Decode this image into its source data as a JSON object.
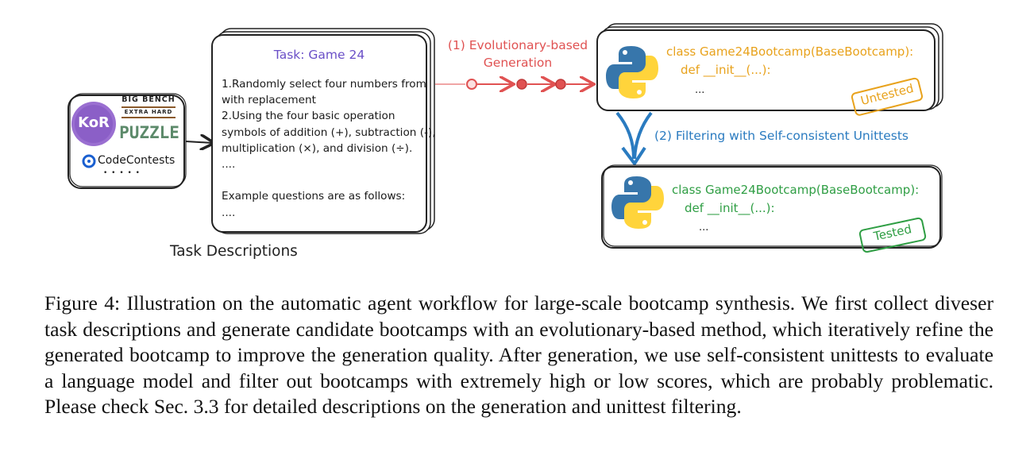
{
  "sources": {
    "kor_logo": "KoR",
    "bbeh_line1": "BIG BENCH",
    "bbeh_line2": "EXTRA HARD",
    "puzzle_logo": "PUZZLE",
    "codecontests": "CodeContests",
    "more": "• • • • •"
  },
  "task": {
    "title": "Task: Game 24",
    "lines": [
      "1.Randomly select four numbers from",
      "with replacement",
      "2.Using the four basic operation",
      "symbols of addition (+), subtraction (-),",
      "multiplication (×), and division (÷).",
      "....",
      "",
      "Example questions are as follows:",
      "...."
    ],
    "footer_label": "Task Descriptions"
  },
  "step1": {
    "line1": "(1) Evolutionary-based",
    "line2": "Generation"
  },
  "step2": {
    "label": "(2) Filtering with Self-consistent Unittests"
  },
  "untested_box": {
    "code_line1": "class Game24Bootcamp(BaseBootcamp):",
    "code_line2": "def __init__(...):",
    "code_line3": "...",
    "stamp": "Untested"
  },
  "tested_box": {
    "code_line1": "class Game24Bootcamp(BaseBootcamp):",
    "code_line2": "def __init__(...):",
    "code_line3": "...",
    "stamp": "Tested"
  },
  "caption": "Figure 4: Illustration on the automatic agent workflow for large-scale bootcamp synthesis. We first collect diveser task descriptions and generate candidate bootcamps with an evolutionary-based method, which iteratively refine the generated bootcamp to improve the generation quality. After generation, we use self-consistent unittests to evaluate a language model and filter out bootcamps with extremely high or low scores, which are probably problematic. Please check Sec. 3.3 for detailed descriptions on the generation and unittest filtering.",
  "colors": {
    "red_arrow": "#e05252",
    "blue_arrow": "#2a7bc0",
    "untested": "#e8a21c",
    "tested": "#2f9e44",
    "task_title": "#6a4fc7"
  }
}
